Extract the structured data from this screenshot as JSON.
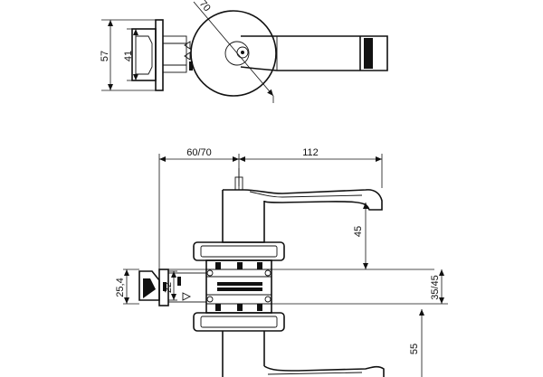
{
  "drawing": {
    "ink_color": "#111111",
    "background": "#ffffff",
    "dimensions": {
      "top_height_outer": "57",
      "top_height_inner": "41",
      "rose_diameter": "70",
      "backset": "60/70",
      "lever_length": "112",
      "lever_height": "45",
      "latch_height_outer": "25,4",
      "latch_height_inner": "22",
      "spindle_offset": "35/45",
      "lower_height": "55"
    }
  }
}
